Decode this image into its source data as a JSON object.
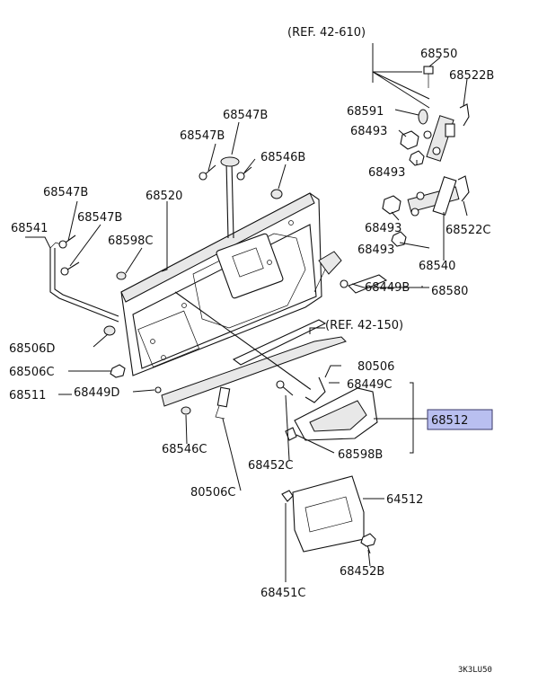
{
  "references": {
    "top": "(REF.  42-610)",
    "middle": "(REF.  42-150)"
  },
  "labels": {
    "l68550": "68550",
    "l68522B": "68522B",
    "l68591": "68591",
    "l68493a": "68493",
    "l68493b": "68493",
    "l68493c": "68493",
    "l68493d": "68493",
    "l68522C": "68522C",
    "l68540": "68540",
    "l68580": "68580",
    "l68449B": "68449B",
    "l68547Ba": "68547B",
    "l68547Bb": "68547B",
    "l68547Bc": "68547B",
    "l68547Bd": "68547B",
    "l68546B": "68546B",
    "l68520": "68520",
    "l68541": "68541",
    "l68598C": "68598C",
    "l68506D": "68506D",
    "l68506C": "68506C",
    "l68511": "68511",
    "l68449D": "68449D",
    "l80506": "80506",
    "l68449C": "68449C",
    "l68512": "68512",
    "l68598B": "68598B",
    "l68452C": "68452C",
    "l68546C": "68546C",
    "l80506C": "80506C",
    "l64512": "64512",
    "l68452B": "68452B",
    "l68451C": "68451C"
  },
  "diagram_code": "3K3LU50",
  "highlight_color": "#b9bff0"
}
